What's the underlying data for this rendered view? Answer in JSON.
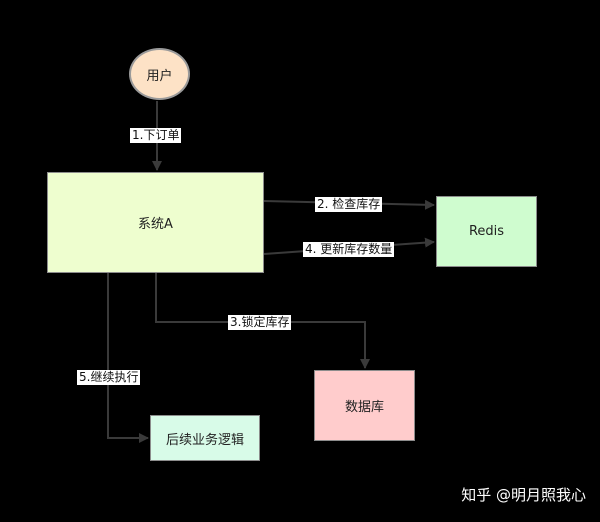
{
  "nodes": {
    "user": "用户",
    "system": "系统A",
    "redis": "Redis",
    "database": "数据库",
    "follow_up": "后续业务逻辑"
  },
  "edges": {
    "place_order": "1.下订单",
    "check_stock": "2. 检查库存",
    "lock_stock": "3.锁定库存",
    "update_stock": "4. 更新库存数量",
    "continue": "5.继续执行"
  },
  "watermark": "知乎 @明月照我心",
  "colors": {
    "background": "#000000",
    "user_fill": "#fde2c6",
    "system_fill": "#eefecf",
    "redis_fill": "#cffccf",
    "database_fill": "#ffcccc",
    "follow_up_fill": "#d8fbe8",
    "edge": "#3a3a3a"
  }
}
